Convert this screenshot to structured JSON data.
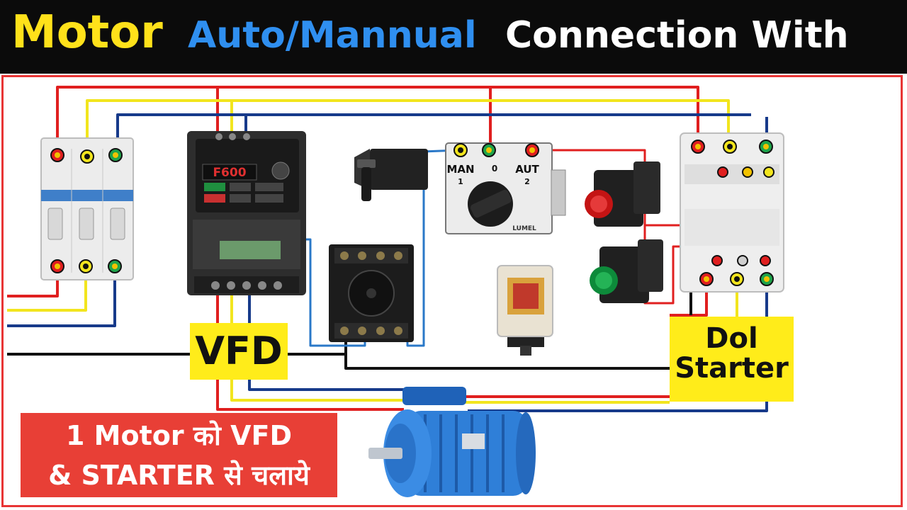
{
  "banner": {
    "word1": "Motor",
    "word2": "Auto/Mannual",
    "word3": "Connection With",
    "color_word1": "#ffe11a",
    "color_word2": "#2f8ff0",
    "color_word3": "#ffffff"
  },
  "labels": {
    "vfd": "VFD",
    "dol_line1": "Dol",
    "dol_line2": "Starter"
  },
  "selector_switch": {
    "left_label": "MAN",
    "center_label": "0",
    "right_label": "AUT",
    "pos_left": "1",
    "pos_right": "2",
    "brand": "LUMEL"
  },
  "vfd_display": {
    "readout": "F600"
  },
  "promo": {
    "line1": "1 Motor को VFD",
    "line2": "& STARTER से चलाये"
  },
  "wire_colors": {
    "red": "#e01f1f",
    "yellow": "#f2e51e",
    "blue": "#173a8a",
    "black": "#111111",
    "control_blue": "#2a78c8"
  },
  "components": [
    "mcb-breaker",
    "vfd-drive",
    "selector-knob",
    "selector-switch",
    "relay-base",
    "ice-cube-relay",
    "red-pushbutton",
    "green-pushbutton",
    "dol-contactor",
    "induction-motor"
  ]
}
